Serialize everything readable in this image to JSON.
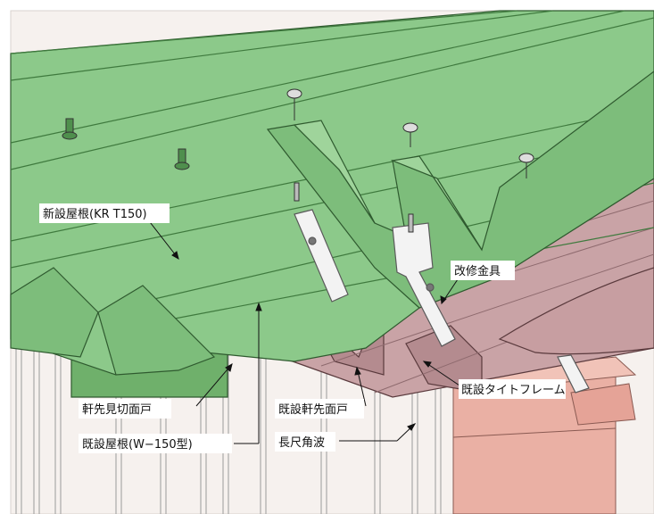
{
  "labels": {
    "new_roof": "新設屋根(KR T150)",
    "repair_fitting": "改修金具",
    "existing_tight_frame": "既設タイトフレーム",
    "eaves_closure": "軒先見切面戸",
    "existing_eaves_closure": "既設軒先面戸",
    "existing_roof": "既設屋根(W−150型)",
    "long_corrugation": "長尺角波"
  },
  "colors": {
    "new_roof": "#8cc98a",
    "new_roof_dark": "#5f9f5e",
    "existing_roof": "#c9a3a6",
    "existing_roof_dark": "#a57c80",
    "tight_frame": "#eab0a4",
    "wall": "#f4efeb"
  }
}
